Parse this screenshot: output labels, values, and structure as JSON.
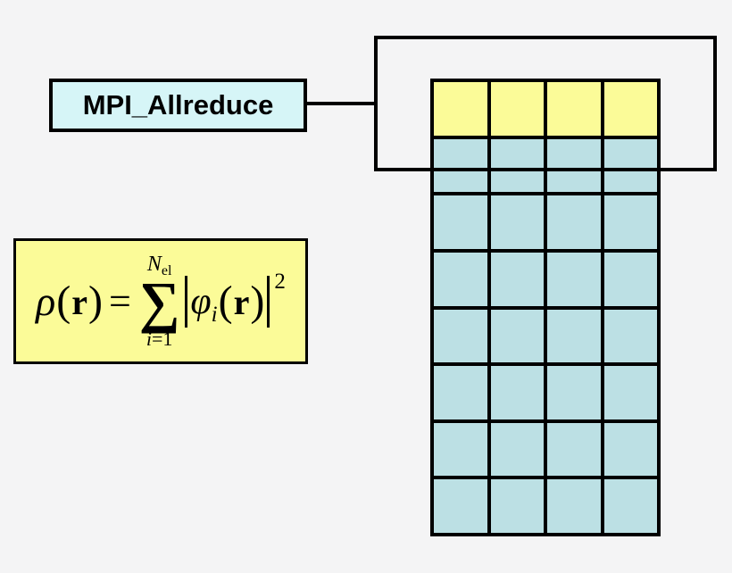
{
  "colors": {
    "background": "#f4f4f5",
    "mpi_box_fill": "#d6f5f7",
    "yellow_fill": "#fbfb98",
    "blue_fill": "#bce0e4",
    "line": "#000000"
  },
  "labels": {
    "mpi_box": "MPI_Allreduce"
  },
  "formula": {
    "text": "ρ(r) = Σ_{i=1}^{N_el} |φ_i(r)|²",
    "rho": "ρ",
    "lparen": "(",
    "vector_r": "r",
    "rparen": ")",
    "equals": "=",
    "sum_upper": "N",
    "sum_upper_sub": "el",
    "sigma": "∑",
    "sum_lower_index": "i",
    "sum_lower_rest": "=1",
    "phi": "φ",
    "phi_index": "i",
    "exponent": "2"
  },
  "grid": {
    "columns": 4,
    "rows": 8,
    "header_row_color": "#fbfb98",
    "body_color": "#bce0e4",
    "line_color": "#000000"
  }
}
